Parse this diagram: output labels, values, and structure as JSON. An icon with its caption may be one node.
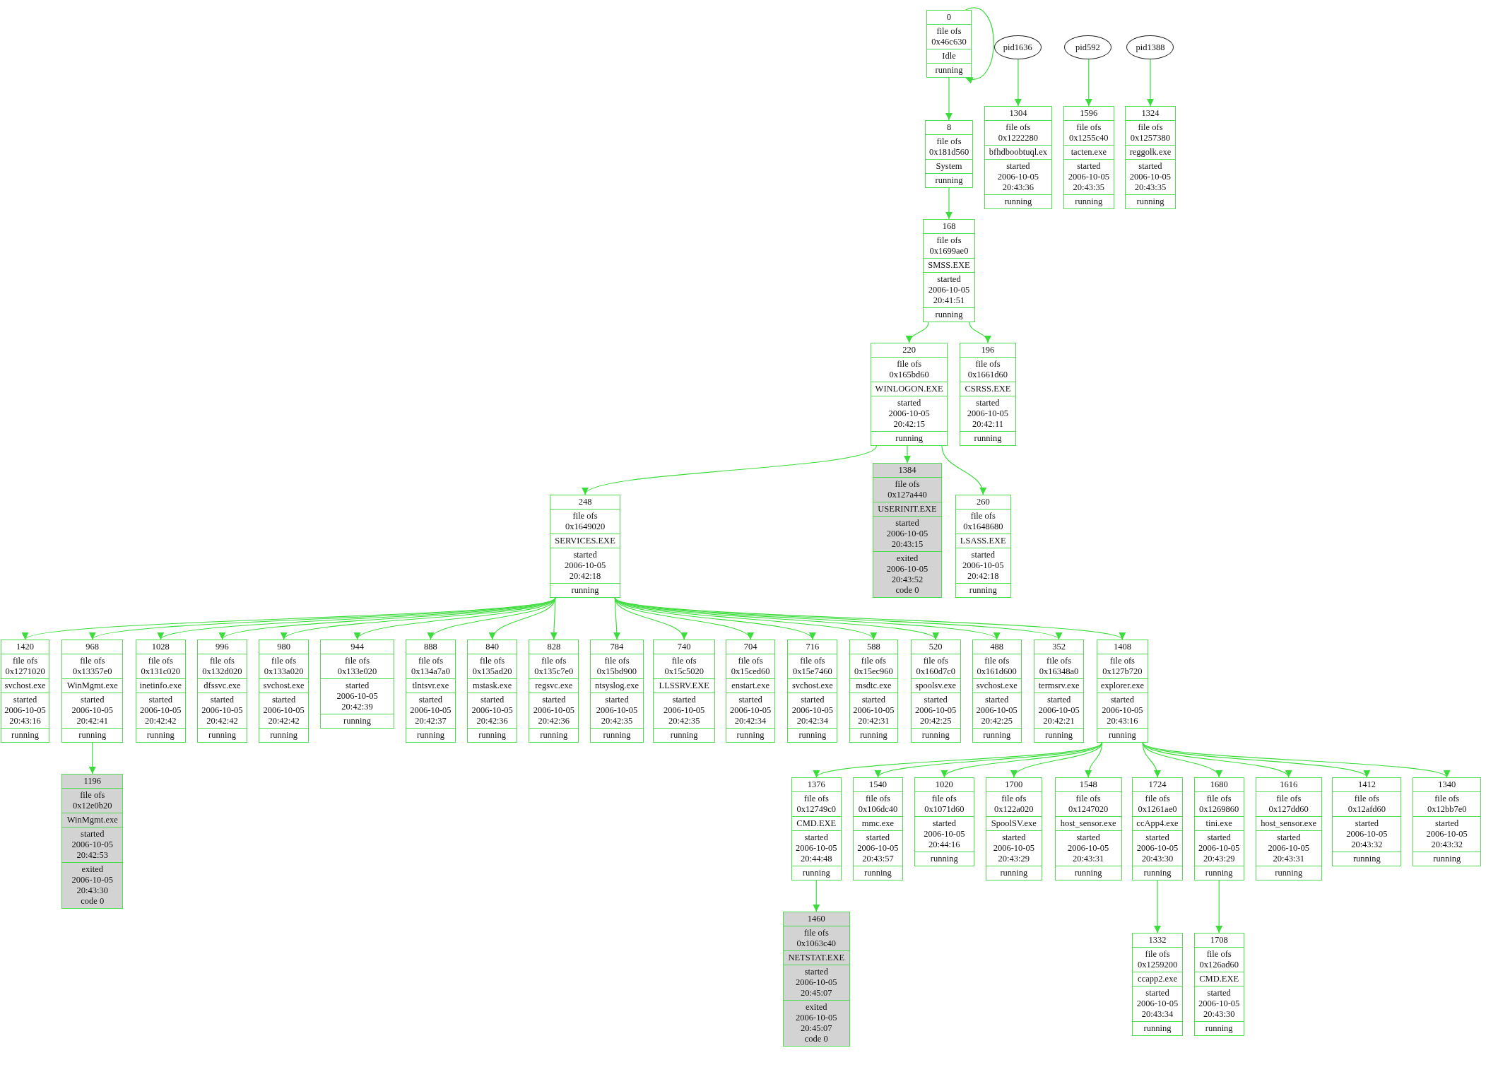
{
  "diagram": {
    "nodes": [
      {
        "text": [
          "0",
          "file ofs 0x46c630",
          "Idle",
          "running"
        ]
      },
      {
        "text": [
          "pid1636"
        ]
      },
      {
        "text": [
          "pid592"
        ]
      },
      {
        "text": [
          "pid1388"
        ]
      },
      {
        "text": [
          "1304",
          "file ofs 0x1222280",
          "bfhdboobtuql.ex",
          "started 2006-10-05 20:43:36",
          "running"
        ]
      },
      {
        "text": [
          "1596",
          "file ofs 0x1255c40",
          "tacten.exe",
          "started 2006-10-05 20:43:35",
          "running"
        ]
      },
      {
        "text": [
          "1324",
          "file ofs 0x1257380",
          "reggolk.exe",
          "started 2006-10-05 20:43:35",
          "running"
        ]
      },
      {
        "text": [
          "8",
          "file ofs 0x181d560",
          "System",
          "running"
        ]
      },
      {
        "text": [
          "168",
          "file ofs 0x1699ae0",
          "SMSS.EXE",
          "started 2006-10-05 20:41:51",
          "running"
        ]
      },
      {
        "text": [
          "220",
          "file ofs 0x165bd60",
          "WINLOGON.EXE",
          "started 2006-10-05 20:42:15",
          "running"
        ]
      },
      {
        "text": [
          "196",
          "file ofs 0x1661d60",
          "CSRSS.EXE",
          "started 2006-10-05 20:42:11",
          "running"
        ]
      },
      {
        "text": [
          "1384",
          "file ofs 0x127a440",
          "USERINIT.EXE",
          "started 2006-10-05 20:43:15",
          "exited 2006-10-05 20:43:52 code 0"
        ]
      },
      {
        "text": [
          "260",
          "file ofs 0x1648680",
          "LSASS.EXE",
          "started 2006-10-05 20:42:18",
          "running"
        ]
      },
      {
        "text": [
          "248",
          "file ofs 0x1649020",
          "SERVICES.EXE",
          "started 2006-10-05 20:42:18",
          "running"
        ]
      },
      {
        "text": [
          "1420",
          "file ofs 0x1271020",
          "svchost.exe",
          "started 2006-10-05 20:43:16",
          "running"
        ]
      },
      {
        "text": [
          "968",
          "file ofs 0x13357e0",
          "WinMgmt.exe",
          "started 2006-10-05 20:42:41",
          "running"
        ]
      },
      {
        "text": [
          "1028",
          "file ofs 0x131c020",
          "inetinfo.exe",
          "started 2006-10-05 20:42:42",
          "running"
        ]
      },
      {
        "text": [
          "996",
          "file ofs 0x132d020",
          "dfssvc.exe",
          "started 2006-10-05 20:42:42",
          "running"
        ]
      },
      {
        "text": [
          "980",
          "file ofs 0x133a020",
          "svchost.exe",
          "started 2006-10-05 20:42:42",
          "running"
        ]
      },
      {
        "text": [
          "944",
          "file ofs 0x133e020",
          "started 2006-10-05 20:42:39",
          "running"
        ]
      },
      {
        "text": [
          "888",
          "file ofs 0x134a7a0",
          "tlntsvr.exe",
          "started 2006-10-05 20:42:37",
          "running"
        ]
      },
      {
        "text": [
          "840",
          "file ofs 0x135ad20",
          "mstask.exe",
          "started 2006-10-05 20:42:36",
          "running"
        ]
      },
      {
        "text": [
          "828",
          "file ofs 0x135c7e0",
          "regsvc.exe",
          "started 2006-10-05 20:42:36",
          "running"
        ]
      },
      {
        "text": [
          "784",
          "file ofs 0x15bd900",
          "ntsyslog.exe",
          "started 2006-10-05 20:42:35",
          "running"
        ]
      },
      {
        "text": [
          "740",
          "file ofs 0x15c5020",
          "LLSSRV.EXE",
          "started 2006-10-05 20:42:35",
          "running"
        ]
      },
      {
        "text": [
          "704",
          "file ofs 0x15ced60",
          "enstart.exe",
          "started 2006-10-05 20:42:34",
          "running"
        ]
      },
      {
        "text": [
          "716",
          "file ofs 0x15e7460",
          "svchost.exe",
          "started 2006-10-05 20:42:34",
          "running"
        ]
      },
      {
        "text": [
          "588",
          "file ofs 0x15ec960",
          "msdtc.exe",
          "started 2006-10-05 20:42:31",
          "running"
        ]
      },
      {
        "text": [
          "520",
          "file ofs 0x160d7c0",
          "spoolsv.exe",
          "started 2006-10-05 20:42:25",
          "running"
        ]
      },
      {
        "text": [
          "488",
          "file ofs 0x161d600",
          "svchost.exe",
          "started 2006-10-05 20:42:25",
          "running"
        ]
      },
      {
        "text": [
          "352",
          "file ofs 0x16348a0",
          "termsrv.exe",
          "started 2006-10-05 20:42:21",
          "running"
        ]
      },
      {
        "text": [
          "1408",
          "file ofs 0x127b720",
          "explorer.exe",
          "started 2006-10-05 20:43:16",
          "running"
        ]
      },
      {
        "text": [
          "1196",
          "file ofs 0x12e0b20",
          "WinMgmt.exe",
          "started 2006-10-05 20:42:53",
          "exited 2006-10-05 20:43:30 code 0"
        ]
      },
      {
        "text": [
          "1376",
          "file ofs 0x12749c0",
          "CMD.EXE",
          "started 2006-10-05 20:44:48",
          "running"
        ]
      },
      {
        "text": [
          "1540",
          "file ofs 0x106dc40",
          "mmc.exe",
          "started 2006-10-05 20:43:57",
          "running"
        ]
      },
      {
        "text": [
          "1020",
          "file ofs 0x1071d60",
          "started 2006-10-05 20:44:16",
          "running"
        ]
      },
      {
        "text": [
          "1700",
          "file ofs 0x122a020",
          "SpoolSV.exe",
          "started 2006-10-05 20:43:29",
          "running"
        ]
      },
      {
        "text": [
          "1548",
          "file ofs 0x1247020",
          "host_sensor.exe",
          "started 2006-10-05 20:43:31",
          "running"
        ]
      },
      {
        "text": [
          "1724",
          "file ofs 0x1261ae0",
          "ccApp4.exe",
          "started 2006-10-05 20:43:30",
          "running"
        ]
      },
      {
        "text": [
          "1680",
          "file ofs 0x1269860",
          "tini.exe",
          "started 2006-10-05 20:43:29",
          "running"
        ]
      },
      {
        "text": [
          "1616",
          "file ofs 0x127dd60",
          "host_sensor.exe",
          "started 2006-10-05 20:43:31",
          "running"
        ]
      },
      {
        "text": [
          "1412",
          "file ofs 0x12afd60",
          "started 2006-10-05 20:43:32",
          "running"
        ]
      },
      {
        "text": [
          "1340",
          "file ofs 0x12bb7e0",
          "started 2006-10-05 20:43:32",
          "running"
        ]
      },
      {
        "text": [
          "1460",
          "file ofs 0x1063c40",
          "NETSTAT.EXE",
          "started 2006-10-05 20:45:07",
          "exited 2006-10-05 20:45:07 code 0"
        ]
      },
      {
        "text": [
          "1332",
          "file ofs 0x1259200",
          "ccapp2.exe",
          "started 2006-10-05 20:43:34",
          "running"
        ]
      },
      {
        "text": [
          "1708",
          "file ofs 0x126ad60",
          "CMD.EXE",
          "started 2006-10-05 20:43:30",
          "running"
        ]
      }
    ],
    "edges": [
      {
        "from": 0,
        "to": 0,
        "arrow": "to"
      },
      {
        "from": 0,
        "to": 7,
        "arrow": "to"
      },
      {
        "from": 1,
        "to": 4,
        "arrow": "to"
      },
      {
        "from": 2,
        "to": 5,
        "arrow": "to"
      },
      {
        "from": 3,
        "to": 6,
        "arrow": "to"
      },
      {
        "from": 7,
        "to": 8,
        "arrow": "to"
      },
      {
        "from": 8,
        "to": 9,
        "arrow": "to"
      },
      {
        "from": 8,
        "to": 10,
        "arrow": "to"
      },
      {
        "from": 9,
        "to": 13,
        "arrow": "to"
      },
      {
        "from": 9,
        "to": 11,
        "arrow": "to"
      },
      {
        "from": 9,
        "to": 12,
        "arrow": "to"
      },
      {
        "from": 13,
        "to": 14,
        "arrow": "to"
      },
      {
        "from": 13,
        "to": 15,
        "arrow": "to"
      },
      {
        "from": 13,
        "to": 16,
        "arrow": "to"
      },
      {
        "from": 13,
        "to": 17,
        "arrow": "to"
      },
      {
        "from": 13,
        "to": 18,
        "arrow": "to"
      },
      {
        "from": 13,
        "to": 19,
        "arrow": "to"
      },
      {
        "from": 13,
        "to": 20,
        "arrow": "to"
      },
      {
        "from": 13,
        "to": 21,
        "arrow": "to"
      },
      {
        "from": 13,
        "to": 22,
        "arrow": "to"
      },
      {
        "from": 13,
        "to": 23,
        "arrow": "to"
      },
      {
        "from": 13,
        "to": 24,
        "arrow": "to"
      },
      {
        "from": 13,
        "to": 25,
        "arrow": "to"
      },
      {
        "from": 13,
        "to": 26,
        "arrow": "to"
      },
      {
        "from": 13,
        "to": 27,
        "arrow": "to"
      },
      {
        "from": 13,
        "to": 28,
        "arrow": "to"
      },
      {
        "from": 13,
        "to": 29,
        "arrow": "to"
      },
      {
        "from": 13,
        "to": 30,
        "arrow": "to"
      },
      {
        "from": 13,
        "to": 31,
        "arrow": "to"
      },
      {
        "from": 15,
        "to": 32,
        "arrow": "to"
      },
      {
        "from": 31,
        "to": 33,
        "arrow": "to"
      },
      {
        "from": 31,
        "to": 34,
        "arrow": "to"
      },
      {
        "from": 31,
        "to": 35,
        "arrow": "to"
      },
      {
        "from": 31,
        "to": 36,
        "arrow": "to"
      },
      {
        "from": 31,
        "to": 37,
        "arrow": "to"
      },
      {
        "from": 31,
        "to": 38,
        "arrow": "to"
      },
      {
        "from": 31,
        "to": 39,
        "arrow": "to"
      },
      {
        "from": 31,
        "to": 40,
        "arrow": "to"
      },
      {
        "from": 31,
        "to": 41,
        "arrow": "to"
      },
      {
        "from": 31,
        "to": 42,
        "arrow": "to"
      },
      {
        "from": 33,
        "to": 43,
        "arrow": "to"
      },
      {
        "from": 38,
        "to": 44,
        "arrow": "to"
      },
      {
        "from": 39,
        "to": 45,
        "arrow": "to"
      }
    ]
  }
}
